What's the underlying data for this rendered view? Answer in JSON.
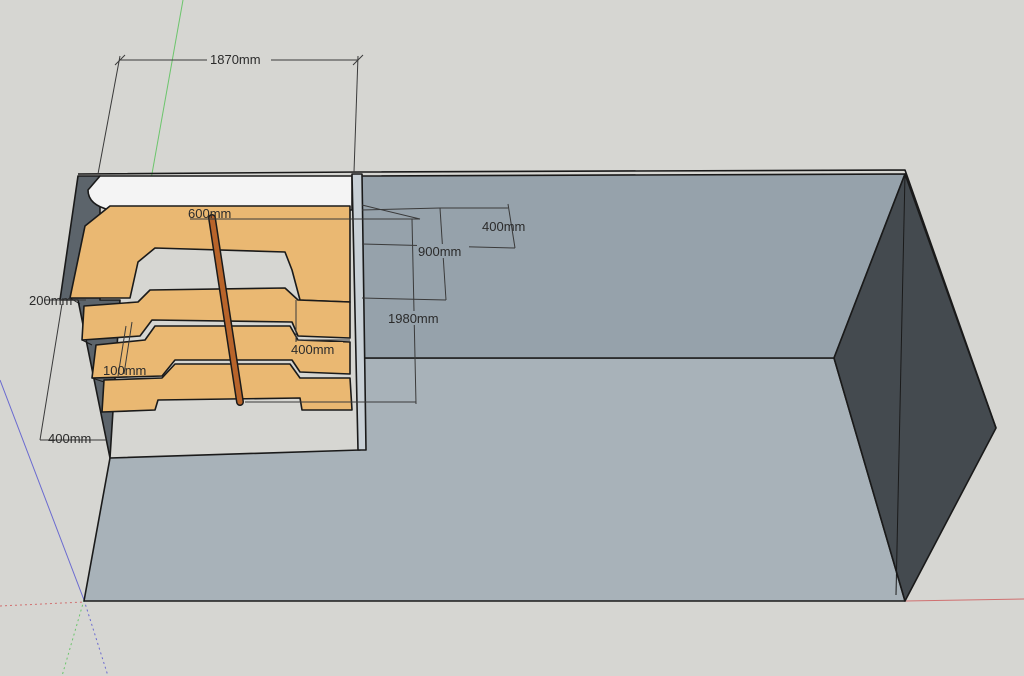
{
  "colors": {
    "background": "#d6d6d2",
    "floor": "#a8b2b9",
    "back_wall": "#96a2ab",
    "right_wall": "#444a4f",
    "left_wall": "#5c646b",
    "partition": "#c8d0d6",
    "shelf_top": "#eab872",
    "shelf_edge": "#d6a25a",
    "pole": "#b8642a",
    "white_panel": "#f4f4f4",
    "axis_green": "#6cc56c",
    "axis_blue": "#6a6ad0",
    "axis_red": "#d07070"
  },
  "dimensions": {
    "width_top": "1870mm",
    "shelf_depth_600": "600mm",
    "shelf_step_400_top": "400mm",
    "depth_900": "900mm",
    "height_1980": "1980mm",
    "shelf_step_400_mid": "400mm",
    "left_200": "200mm",
    "left_100": "100mm",
    "left_400": "400mm"
  }
}
